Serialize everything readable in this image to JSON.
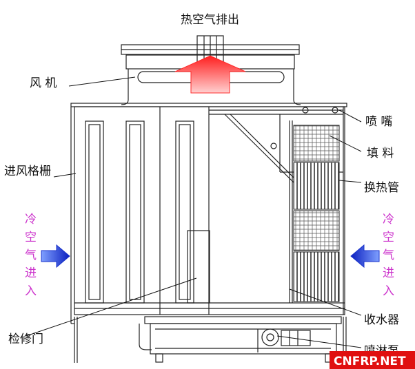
{
  "colors": {
    "outline": "#222222",
    "hot_arrow": "#ff2a2a",
    "cold_arrow": "#1a33cc",
    "cold_label": "#cc33cc",
    "watermark_bg": "#e01010",
    "watermark_text": "#ffffff"
  },
  "labels": {
    "hot_air_out": "热空气排出",
    "fan": "风  机",
    "nozzle": "喷  嘴",
    "fill": "填  料",
    "inlet_grille": "进风格栅",
    "heat_exchange_tube": "换热管",
    "cold_air_in_left": [
      "冷",
      "空",
      "气",
      "进",
      "入"
    ],
    "cold_air_in_right": [
      "冷",
      "空",
      "气",
      "进",
      "入"
    ],
    "collector": "收水器",
    "access_door": "检修门",
    "spray_pump": "喷淋泵"
  },
  "watermark": "CNFRP.NET"
}
